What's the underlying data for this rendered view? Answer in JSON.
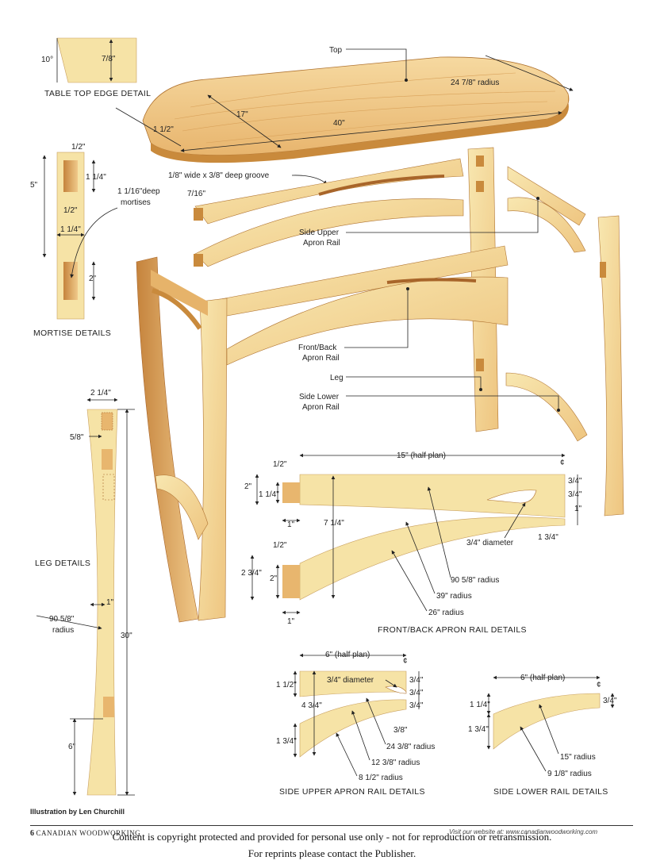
{
  "credit": "Illustration by Len Churchill",
  "footer": {
    "page_number": "6",
    "magazine": "CANADIAN WOODWORKING",
    "website": "Visit our website at: www.canadianwoodworking.com",
    "copyright_line1": "Content is copyright protected and provided for personal use only  - not for reproduction or retransmission.",
    "copyright_line2": "For reprints please contact the Publisher."
  },
  "edge_detail": {
    "caption": "TABLE TOP EDGE DETAIL",
    "angle": "10°",
    "thickness": "7/8\""
  },
  "top": {
    "label": "Top",
    "radius": "24 7/8\" radius",
    "width": "17\"",
    "length": "40\"",
    "edge": "1 1/2\"",
    "groove": "1/8\" wide x 3/8\" deep groove"
  },
  "mortise": {
    "caption": "MORTISE DETAILS",
    "top_offset": "1/2\"",
    "height": "5\"",
    "m1": "1 1/4\"",
    "gap": "1/2\"",
    "deep": "1 1/16\"deep",
    "mortises": "mortises",
    "width": "1 1/4\"",
    "lower": "2\""
  },
  "assembly": {
    "tenon": "7/16\"",
    "side_upper_1": "Side Upper",
    "side_upper_2": "Apron Rail",
    "front_back_1": "Front/Back",
    "front_back_2": "Apron Rail",
    "leg": "Leg",
    "side_lower_1": "Side Lower",
    "side_lower_2": "Apron Rail"
  },
  "leg": {
    "caption": "LEG DETAILS",
    "top_width": "2 1/4\"",
    "mortise_offset": "5/8\"",
    "waist": "1\"",
    "radius_1": "90 5/8\"",
    "radius_2": "radius",
    "height": "30\"",
    "foot": "6\""
  },
  "front_rail": {
    "caption": "FRONT/BACK APRON RAIL DETAILS",
    "half_plan": "15\" (half plan)",
    "t1": "1/2\"",
    "h1": "2\"",
    "t2": "1 1/4\"",
    "t3": "1\"",
    "overall": "7 1/4\"",
    "r1": "3/4\"",
    "r2": "3/4\"",
    "r3": "1\"",
    "r4": "1 3/4\"",
    "hole": "3/4\" diameter",
    "b1": "1/2\"",
    "b2": "2 3/4\"",
    "b3": "2\"",
    "b4": "1\"",
    "rad1": "90 5/8\" radius",
    "rad2": "39\" radius",
    "rad3": "26\" radius"
  },
  "side_upper": {
    "caption": "SIDE UPPER APRON RAIL DETAILS",
    "half_plan": "6\" (half plan)",
    "h1": "1 1/2\"",
    "overall": "4 3/4\"",
    "h2": "1 3/4\"",
    "hole": "3/4\" diameter",
    "r1": "3/4\"",
    "r2": "3/4\"",
    "r3": "3/4\"",
    "r4": "3/8\"",
    "rad1": "24 3/8\" radius",
    "rad2": "12 3/8\" radius",
    "rad3": "8 1/2\" radius"
  },
  "side_lower": {
    "caption": "SIDE LOWER RAIL DETAILS",
    "half_plan": "6\" (half plan)",
    "h1": "1 1/4\"",
    "h2": "1 3/4\"",
    "r1": "3/4\"",
    "rad1": "15\" radius",
    "rad2": "9 1/8\" radius"
  },
  "colors": {
    "wood_light": "#f6e3a6",
    "wood_mid": "#ecc57a",
    "wood_dark": "#c98a3c",
    "wood_edge": "#a8652a",
    "ink": "#222222"
  }
}
